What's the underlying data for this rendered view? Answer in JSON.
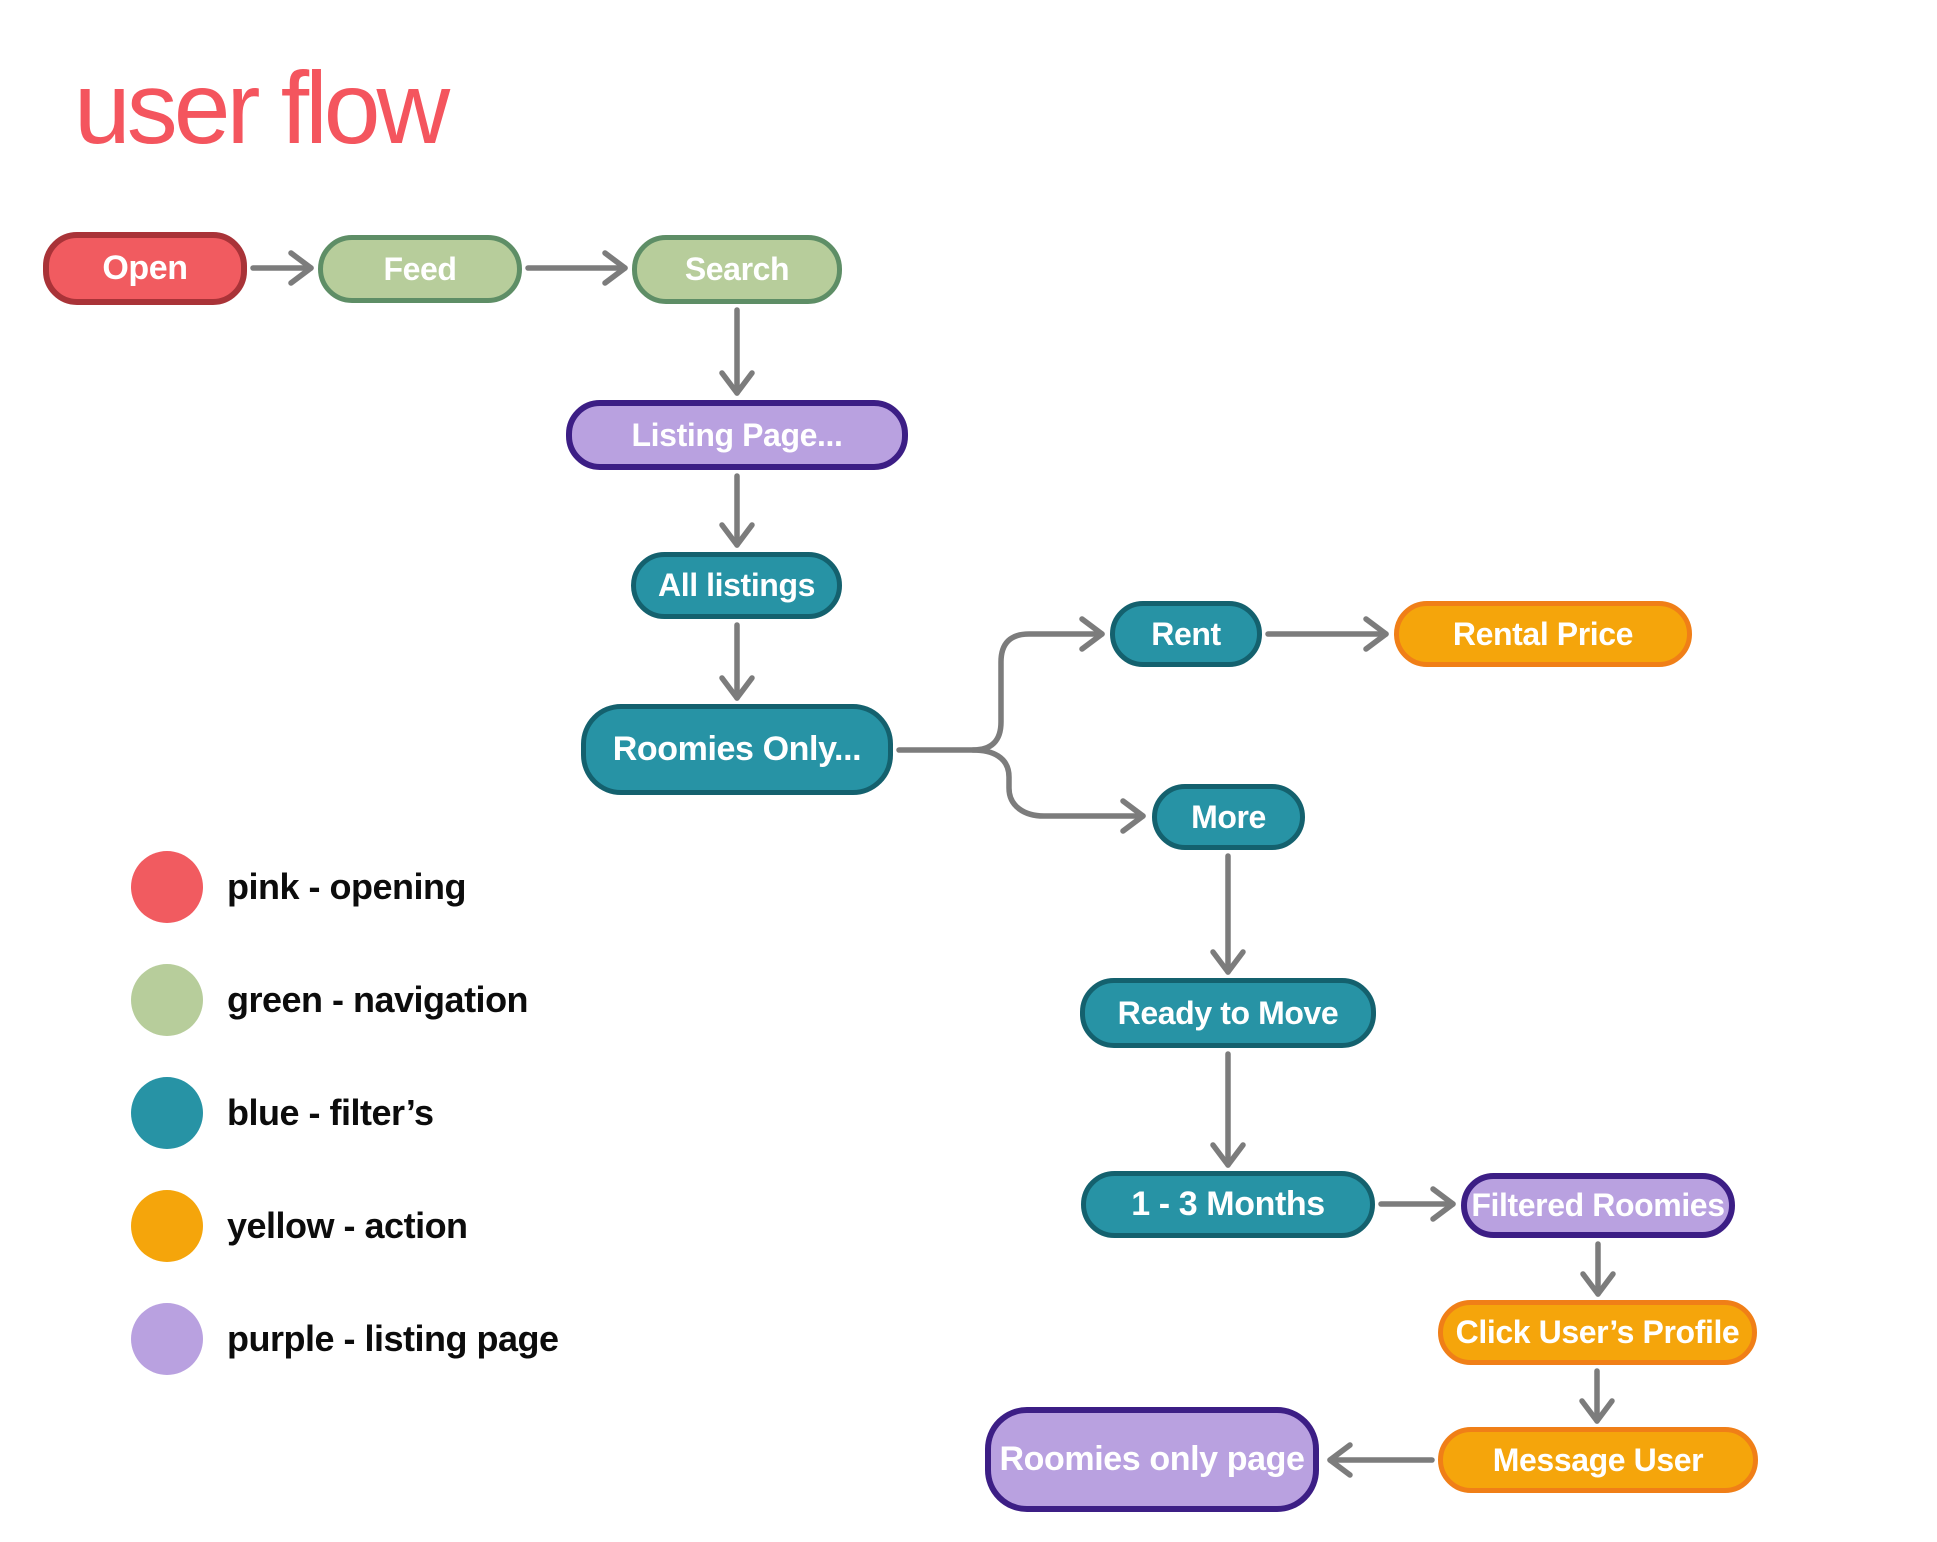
{
  "title": "user flow",
  "colors": {
    "title": "#F4555E",
    "arrow": "#7C7C7C",
    "legend-text": "#0C0C0C",
    "pink-fill": "#F15B60",
    "pink-border": "#A93338",
    "green-fill": "#B7CD9B",
    "green-border": "#5E8E66",
    "blue-fill": "#2793A5",
    "blue-border": "#14616E",
    "purple-fill": "#B9A1E0",
    "purple-border": "#3C1E85",
    "yellow-fill": "#F5A50B",
    "yellow-border": "#F07F17"
  },
  "nodes": [
    {
      "id": "open",
      "label": "Open",
      "type": "pink"
    },
    {
      "id": "feed",
      "label": "Feed",
      "type": "green"
    },
    {
      "id": "search",
      "label": "Search",
      "type": "green"
    },
    {
      "id": "listing-page",
      "label": "Listing Page...",
      "type": "purple"
    },
    {
      "id": "all-listings",
      "label": "All listings",
      "type": "blue"
    },
    {
      "id": "roomies-only",
      "label": "Roomies Only...",
      "type": "blue"
    },
    {
      "id": "rent",
      "label": "Rent",
      "type": "blue"
    },
    {
      "id": "rental-price",
      "label": "Rental Price",
      "type": "yellow"
    },
    {
      "id": "more",
      "label": "More",
      "type": "blue"
    },
    {
      "id": "ready-to-move",
      "label": "Ready to Move",
      "type": "blue"
    },
    {
      "id": "one-three-months",
      "label": "1 - 3 Months",
      "type": "blue"
    },
    {
      "id": "filtered-roomies",
      "label": "Filtered Roomies",
      "type": "purple"
    },
    {
      "id": "click-users-profile",
      "label": "Click User’s Profile",
      "type": "yellow"
    },
    {
      "id": "message-user",
      "label": "Message User",
      "type": "yellow"
    },
    {
      "id": "roomies-only-page",
      "label": "Roomies only page",
      "type": "purple"
    }
  ],
  "edges": [
    {
      "from": "Open",
      "to": "Feed"
    },
    {
      "from": "Feed",
      "to": "Search"
    },
    {
      "from": "Search",
      "to": "Listing Page..."
    },
    {
      "from": "Listing Page...",
      "to": "All listings"
    },
    {
      "from": "All listings",
      "to": "Roomies Only..."
    },
    {
      "from": "Roomies Only...",
      "to": "Rent"
    },
    {
      "from": "Roomies Only...",
      "to": "More"
    },
    {
      "from": "Rent",
      "to": "Rental Price"
    },
    {
      "from": "More",
      "to": "Ready to Move"
    },
    {
      "from": "Ready to Move",
      "to": "1 - 3 Months"
    },
    {
      "from": "1 - 3 Months",
      "to": "Filtered Roomies"
    },
    {
      "from": "Filtered Roomies",
      "to": "Click User’s Profile"
    },
    {
      "from": "Click User’s Profile",
      "to": "Message User"
    },
    {
      "from": "Message User",
      "to": "Roomies only page"
    }
  ],
  "legend": [
    {
      "color": "pink",
      "label": "pink - opening"
    },
    {
      "color": "green",
      "label": "green - navigation"
    },
    {
      "color": "blue",
      "label": "blue - filter’s"
    },
    {
      "color": "yellow",
      "label": "yellow - action"
    },
    {
      "color": "purple",
      "label": "purple - listing page"
    }
  ]
}
